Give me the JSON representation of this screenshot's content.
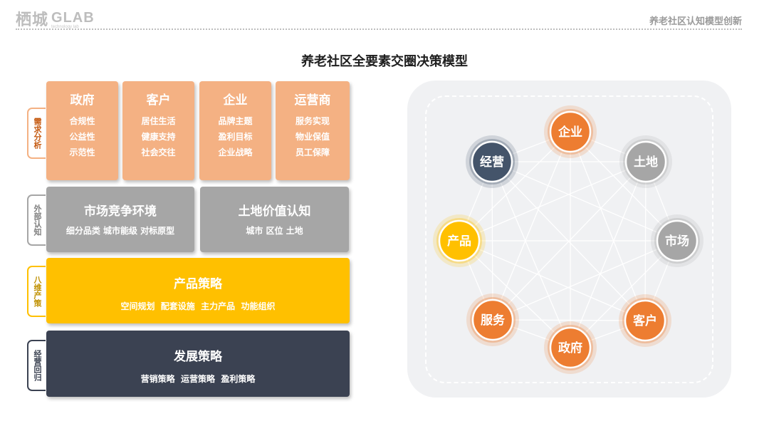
{
  "header": {
    "logo_cn": "栖城",
    "logo_en": "GLAB",
    "logo_sub": "technology lab",
    "section_title": "养老社区认知模型创新"
  },
  "main_title": "养老社区全要素交圈决策模型",
  "left": {
    "tags": [
      {
        "label": "需求分析",
        "color": "#f4b183"
      },
      {
        "label": "外部认知",
        "color": "#a6a6a6"
      },
      {
        "label": "八维产策",
        "color": "#ffc000"
      },
      {
        "label": "经营回归",
        "color": "#3b4252"
      }
    ],
    "demand": [
      {
        "title": "政府",
        "items": [
          "合规性",
          "公益性",
          "示范性"
        ]
      },
      {
        "title": "客户",
        "items": [
          "居住生活",
          "健康支持",
          "社会交往"
        ]
      },
      {
        "title": "企业",
        "items": [
          "品牌主题",
          "盈利目标",
          "企业战略"
        ]
      },
      {
        "title": "运营商",
        "items": [
          "服务实现",
          "物业保值",
          "员工保障"
        ]
      }
    ],
    "external": [
      {
        "title": "市场竞争环境",
        "sub": "细分品类 城市能级 对标原型"
      },
      {
        "title": "土地价值认知",
        "sub": "城市 区位 土地"
      }
    ],
    "product": {
      "title": "产品策略",
      "sub": "空间规划  配套设施  主力产品  功能组织"
    },
    "development": {
      "title": "发展策略",
      "sub": "营销策略  运营策略  盈利策略"
    }
  },
  "network": {
    "nodes": [
      {
        "label": "企业",
        "kind": "orange"
      },
      {
        "label": "土地",
        "kind": "gray"
      },
      {
        "label": "市场",
        "kind": "gray"
      },
      {
        "label": "客户",
        "kind": "orange"
      },
      {
        "label": "政府",
        "kind": "orange"
      },
      {
        "label": "服务",
        "kind": "orange"
      },
      {
        "label": "产品",
        "kind": "yellow"
      },
      {
        "label": "经营",
        "kind": "navy"
      }
    ],
    "colors": {
      "orange": "#ed7d31",
      "gray": "#a6a6a6",
      "yellow": "#ffc000",
      "navy": "#44546a"
    }
  }
}
